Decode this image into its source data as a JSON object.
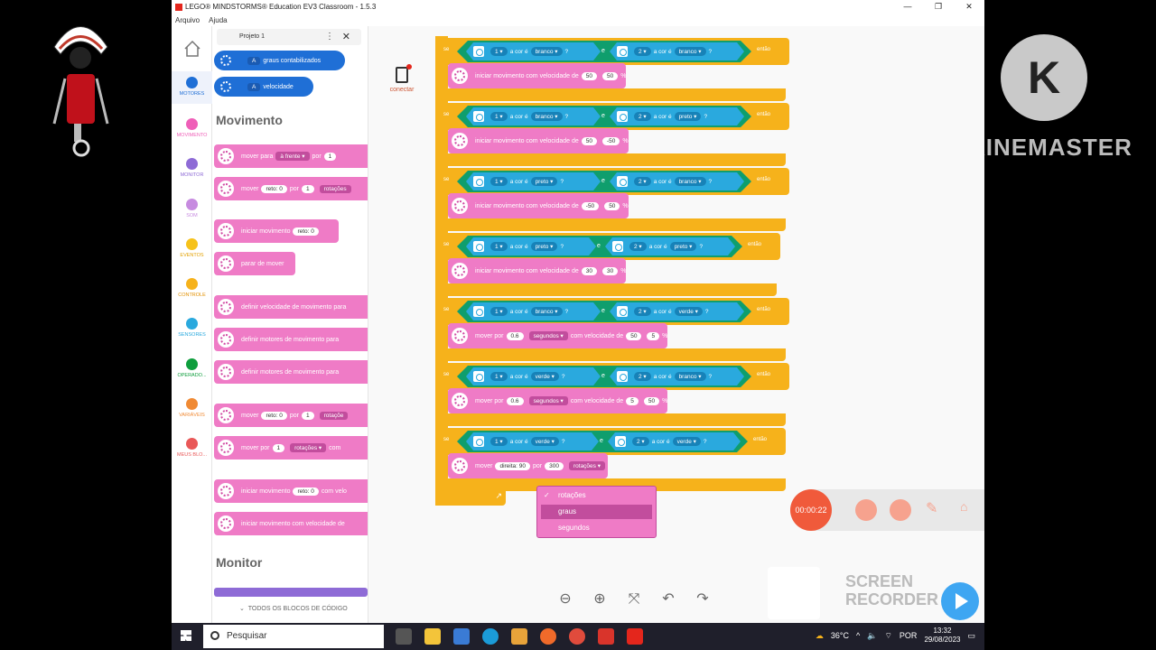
{
  "window": {
    "title": "LEGO® MINDSTORMS® Education EV3 Classroom - 1.5.3",
    "menu": [
      "Arquivo",
      "Ajuda"
    ],
    "controls": [
      "—",
      "❐",
      "✕"
    ]
  },
  "categories": [
    {
      "label": "MOTORES",
      "color": "#1f6fd6"
    },
    {
      "label": "MOVIMENTO",
      "color": "#ef5fb8"
    },
    {
      "label": "MONITOR",
      "color": "#8e6bd6"
    },
    {
      "label": "SOM",
      "color": "#c78be0"
    },
    {
      "label": "EVENTOS",
      "color": "#f6c21b"
    },
    {
      "label": "CONTROLE",
      "color": "#f6b21b"
    },
    {
      "label": "SENSORES",
      "color": "#2aa9de"
    },
    {
      "label": "OPERADO...",
      "color": "#0f9e3d"
    },
    {
      "label": "VARIÁVEIS",
      "color": "#f08a34"
    },
    {
      "label": "MEUS BLO...",
      "color": "#e95858"
    }
  ],
  "palette": {
    "project_tab": "Projeto 1",
    "motor_blocks": [
      {
        "port": "A",
        "text": "graus contabilizados"
      },
      {
        "port": "A",
        "text": "velocidade"
      }
    ],
    "section_movimento": "Movimento",
    "move_blocks": [
      {
        "t1": "mover para",
        "p1": "à frente ▾",
        "t2": "por",
        "p2": "1"
      },
      {
        "t1": "mover",
        "p1": "reto: 0",
        "t2": "por",
        "p2": "1",
        "t3": "rotações"
      },
      {
        "t1": "iniciar movimento",
        "p1": "reto: 0"
      },
      {
        "t1": "parar de mover"
      },
      {
        "t1": "definir velocidade de movimento para"
      },
      {
        "t1": "definir motores de movimento para"
      },
      {
        "t1": "definir motores de movimento para"
      },
      {
        "t1": "mover",
        "p1": "reto: 0",
        "t2": "por",
        "p2": "1",
        "t3": "rotaçõe"
      },
      {
        "t1": "mover por",
        "p1": "1",
        "t2": "rotações ▾",
        "t3": "com"
      },
      {
        "t1": "iniciar movimento",
        "p1": "reto: 0",
        "t2": "com velo"
      },
      {
        "t1": "iniciar movimento com velocidade de"
      }
    ],
    "section_monitor": "Monitor",
    "all_blocks": "TODOS OS BLOCOS DE CÓDIGO"
  },
  "canvas": {
    "connect_label": "conectar",
    "word_if": "se",
    "word_and": "e",
    "word_then": "então",
    "word_color_is": "a cor é",
    "rows": [
      {
        "s1": "1",
        "c1": "branco",
        "s2": "2",
        "c2": "branco",
        "action": "iniciar movimento com velocidade de",
        "v1": "50",
        "v2": "50",
        "suffix": "%"
      },
      {
        "s1": "1",
        "c1": "branco",
        "s2": "2",
        "c2": "preto",
        "action": "iniciar movimento com velocidade de",
        "v1": "50",
        "v2": "-50",
        "suffix": "%"
      },
      {
        "s1": "1",
        "c1": "preto",
        "s2": "2",
        "c2": "branco",
        "action": "iniciar movimento com velocidade de",
        "v1": "-50",
        "v2": "50",
        "suffix": "%"
      },
      {
        "s1": "1",
        "c1": "preto",
        "s2": "2",
        "c2": "preto",
        "action": "iniciar movimento com velocidade de",
        "v1": "30",
        "v2": "30",
        "suffix": "%"
      },
      {
        "s1": "1",
        "c1": "branco",
        "s2": "2",
        "c2": "verde",
        "action": "mover por",
        "m1": "0.6",
        "m2": "segundos ▾",
        "m3": "com velocidade de",
        "v1": "50",
        "v2": "5",
        "suffix": "%"
      },
      {
        "s1": "1",
        "c1": "verde",
        "s2": "2",
        "c2": "branco",
        "action": "mover por",
        "m1": "0.6",
        "m2": "segundos ▾",
        "m3": "com velocidade de",
        "v1": "5",
        "v2": "50",
        "suffix": "%"
      },
      {
        "s1": "1",
        "c1": "verde",
        "s2": "2",
        "c2": "verde"
      }
    ],
    "last_move": {
      "t1": "mover",
      "p1": "direita: 90",
      "t2": "por",
      "p2": "300",
      "p3": "rotações ▾"
    },
    "dropdown": {
      "items": [
        "rotações",
        "graus",
        "segundos"
      ],
      "checked": "rotações",
      "highlighted": "graus"
    }
  },
  "overlays": {
    "kinemaster": "KINEMASTER",
    "kinemaster_letter": "K",
    "timer": "00:00:22",
    "screen_recorder": [
      "SCREEN",
      "RECORDER"
    ]
  },
  "taskbar": {
    "search": "Pesquisar",
    "temp": "36°C",
    "lang": "POR",
    "time": "13:32",
    "date": "29/08/2023"
  }
}
